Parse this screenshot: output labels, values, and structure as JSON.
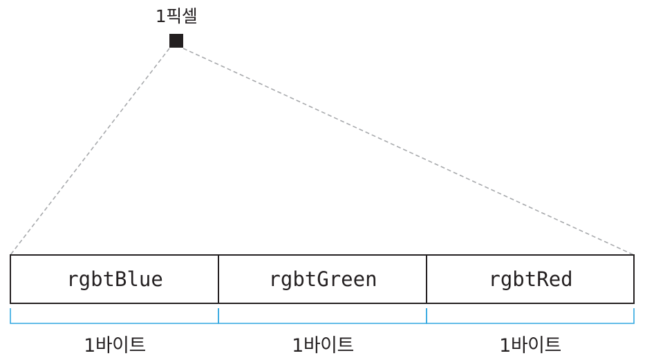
{
  "pixel_label": "1픽셀",
  "fields": [
    {
      "name": "rgbtBlue",
      "byte_label": "1바이트"
    },
    {
      "name": "rgbtGreen",
      "byte_label": "1바이트"
    },
    {
      "name": "rgbtRed",
      "byte_label": "1바이트"
    }
  ],
  "colors": {
    "outline": "#231f20",
    "bracket": "#2fa6e0",
    "dashed_line": "#a7a9ac",
    "pixel": "#231f20"
  }
}
